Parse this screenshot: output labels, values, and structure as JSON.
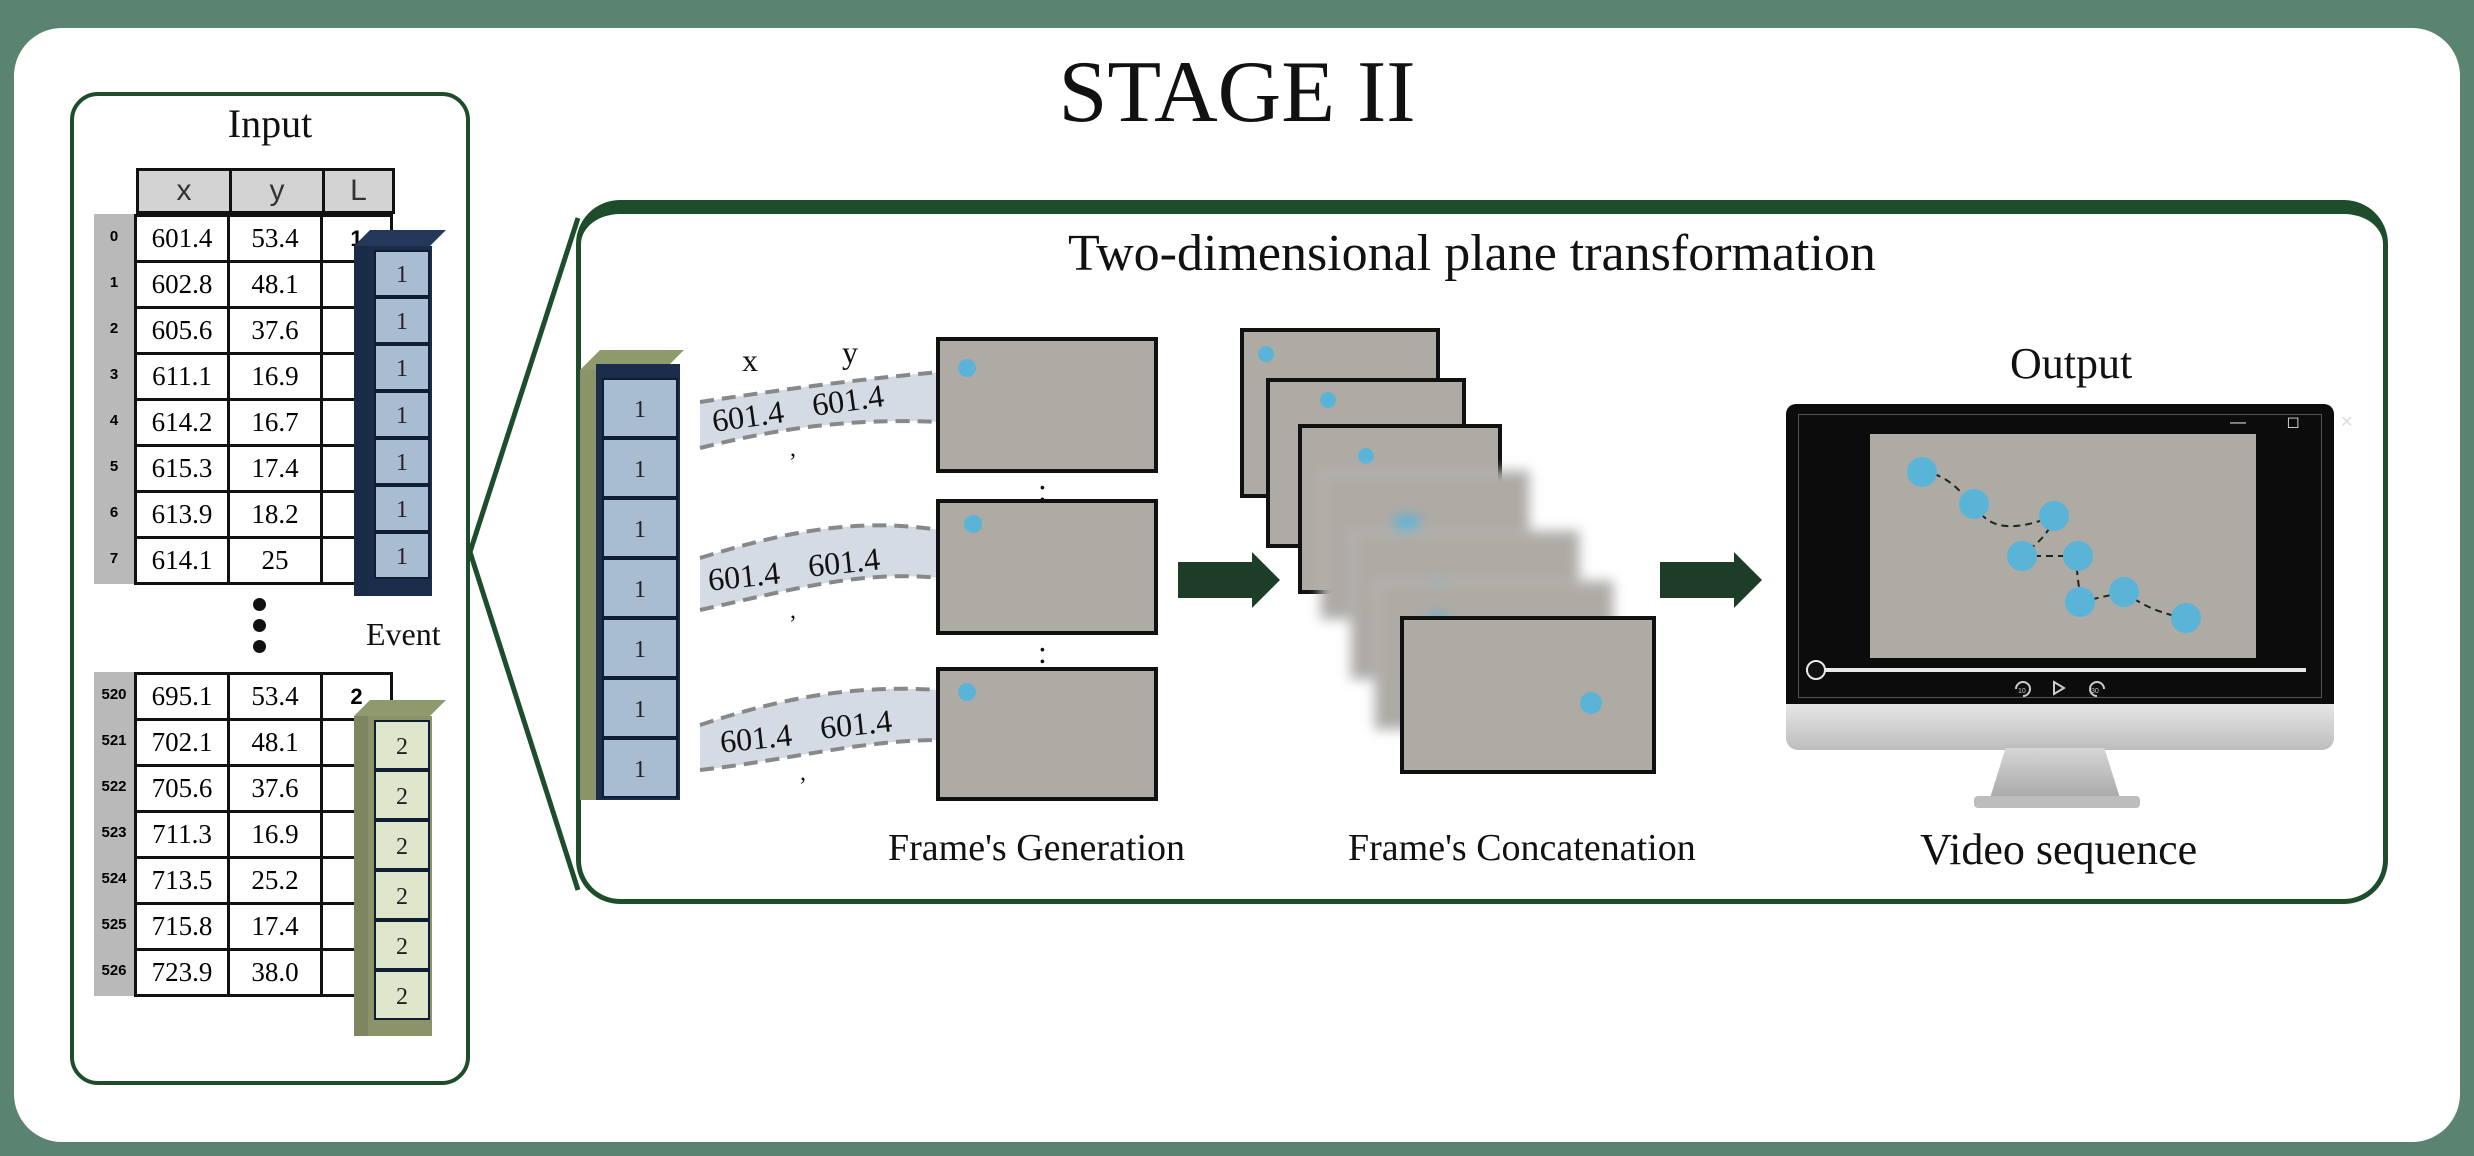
{
  "title": "STAGE II",
  "input": {
    "title": "Input",
    "columns": [
      "x",
      "y",
      "L"
    ],
    "event_label": "Event",
    "group1": {
      "indices": [
        "0",
        "1",
        "2",
        "3",
        "4",
        "5",
        "6",
        "7"
      ],
      "x": [
        "601.4",
        "602.8",
        "605.6",
        "611.1",
        "614.2",
        "615.3",
        "613.9",
        "614.1"
      ],
      "y": [
        "53.4",
        "48.1",
        "37.6",
        "16.9",
        "16.7",
        "17.4",
        "18.2",
        "25"
      ],
      "label": "1",
      "stack": [
        "1",
        "1",
        "1",
        "1",
        "1",
        "1",
        "1"
      ]
    },
    "group2": {
      "indices": [
        "520",
        "521",
        "522",
        "523",
        "524",
        "525",
        "526"
      ],
      "x": [
        "695.1",
        "702.1",
        "705.6",
        "711.3",
        "713.5",
        "715.8",
        "723.9"
      ],
      "y": [
        "53.4",
        "48.1",
        "37.6",
        "16.9",
        "25.2",
        "17.4",
        "38.0"
      ],
      "label": "2",
      "stack": [
        "2",
        "2",
        "2",
        "2",
        "2",
        "2"
      ]
    }
  },
  "transform": {
    "title": "Two-dimensional plane transformation",
    "stack": [
      "1",
      "1",
      "1",
      "1",
      "1",
      "1",
      "1"
    ],
    "x_label": "x",
    "y_label": "y",
    "pairs": [
      {
        "x": "601.4",
        "y": "601.4",
        "sep": ","
      },
      {
        "x": "601.4",
        "y": "601.4",
        "sep": ","
      },
      {
        "x": "601.4",
        "y": "601.4",
        "sep": ","
      }
    ],
    "colon": ":",
    "generation_label": "Frame's Generation",
    "concatenation_label": "Frame's Concatenation",
    "output_label": "Output",
    "video_label": "Video sequence",
    "player_skip_back": "10",
    "player_skip_fwd": "30"
  },
  "colors": {
    "frame_border": "#5a8370",
    "panel_border": "#1e4d2b",
    "stack_blue": "#a9bdd2",
    "stack_green": "#dfe6cc",
    "dot": "#5ab4d8",
    "arrow": "#1e3d28"
  }
}
